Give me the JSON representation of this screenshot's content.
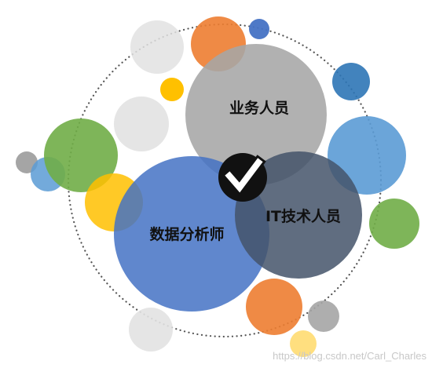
{
  "diagram": {
    "roles": {
      "business": "业务人员",
      "it": "IT技术人员",
      "analyst": "数据分析师"
    },
    "center_icon": "checkmark-icon",
    "watermark": "https://blog.csdn.net/Carl_Charles"
  },
  "colors": {
    "business": "#a6a6a6",
    "it": "#44546a",
    "analyst": "#4472c4",
    "orange": "#ed7d31",
    "yellow": "#ffc000",
    "green": "#70ad47",
    "light_blue": "#5b9bd5",
    "dark_blue": "#2e75b6",
    "light_gray": "#e2e2e2",
    "mid_gray": "#a5a5a5"
  }
}
